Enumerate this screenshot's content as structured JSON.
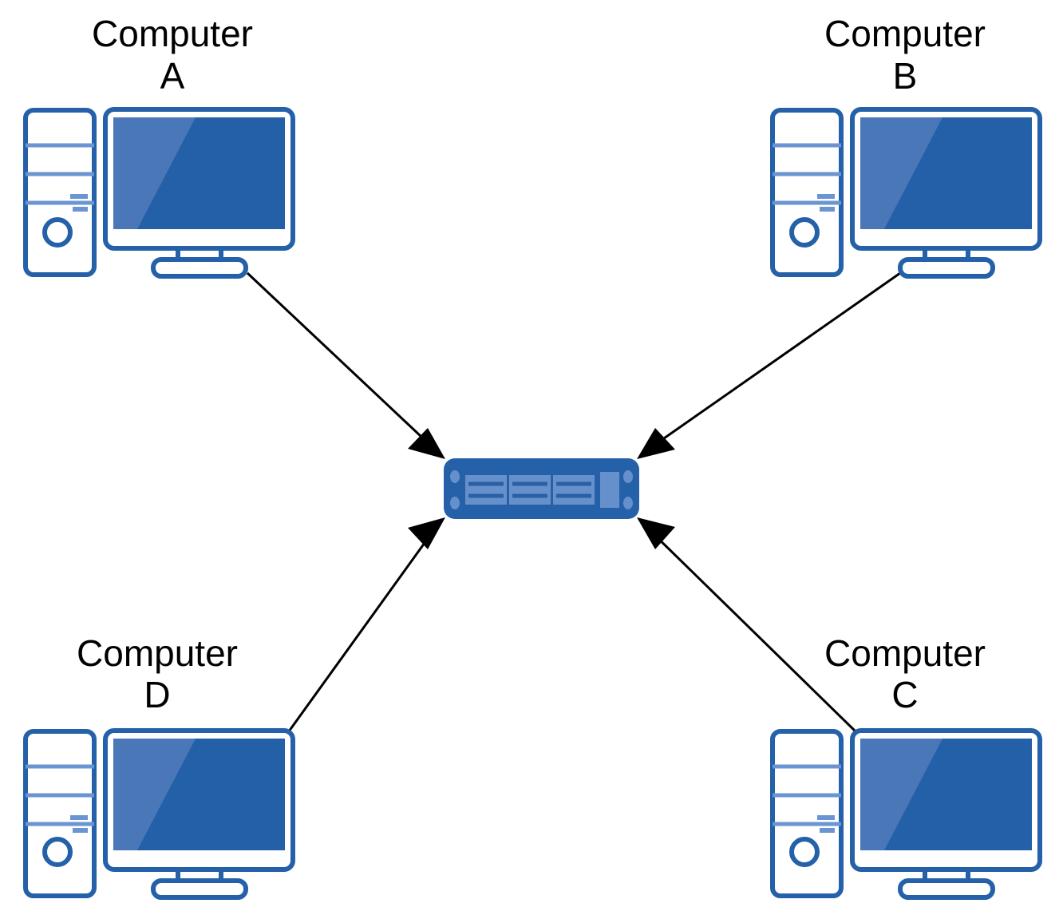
{
  "diagram": {
    "title": "Star topology network diagram",
    "background_color": "#ffffff",
    "palette": {
      "outline_blue": "#2461a9",
      "light_blue": "#6b95d2",
      "screen_dark": "#2460a8",
      "screen_light": "#4a77b8",
      "switch_body": "#2461a9",
      "switch_port": "#6690cc",
      "switch_port_line": "#2a5fa5",
      "line_black": "#000000",
      "label_text": "#000000"
    },
    "nodes": [
      {
        "id": "computer-a",
        "label_line1": "Computer",
        "label_line2": "A",
        "icon": "desktop-computer-icon",
        "position": "top-left"
      },
      {
        "id": "computer-b",
        "label_line1": "Computer",
        "label_line2": "B",
        "icon": "desktop-computer-icon",
        "position": "top-right"
      },
      {
        "id": "computer-c",
        "label_line1": "Computer",
        "label_line2": "C",
        "icon": "desktop-computer-icon",
        "position": "bottom-right"
      },
      {
        "id": "computer-d",
        "label_line1": "Computer",
        "label_line2": "D",
        "icon": "desktop-computer-icon",
        "position": "bottom-left"
      }
    ],
    "hub": {
      "id": "network-switch",
      "icon": "network-switch-icon",
      "label": "",
      "port_groups": 3,
      "indicator_blocks": 1,
      "led_count": 4
    },
    "connections": [
      {
        "id": "link-a-switch",
        "from": "computer-a",
        "to": "network-switch",
        "arrow": "to-switch"
      },
      {
        "id": "link-b-switch",
        "from": "computer-b",
        "to": "network-switch",
        "arrow": "to-switch"
      },
      {
        "id": "link-c-switch",
        "from": "computer-c",
        "to": "network-switch",
        "arrow": "to-switch"
      },
      {
        "id": "link-d-switch",
        "from": "computer-d",
        "to": "network-switch",
        "arrow": "to-switch"
      }
    ]
  }
}
